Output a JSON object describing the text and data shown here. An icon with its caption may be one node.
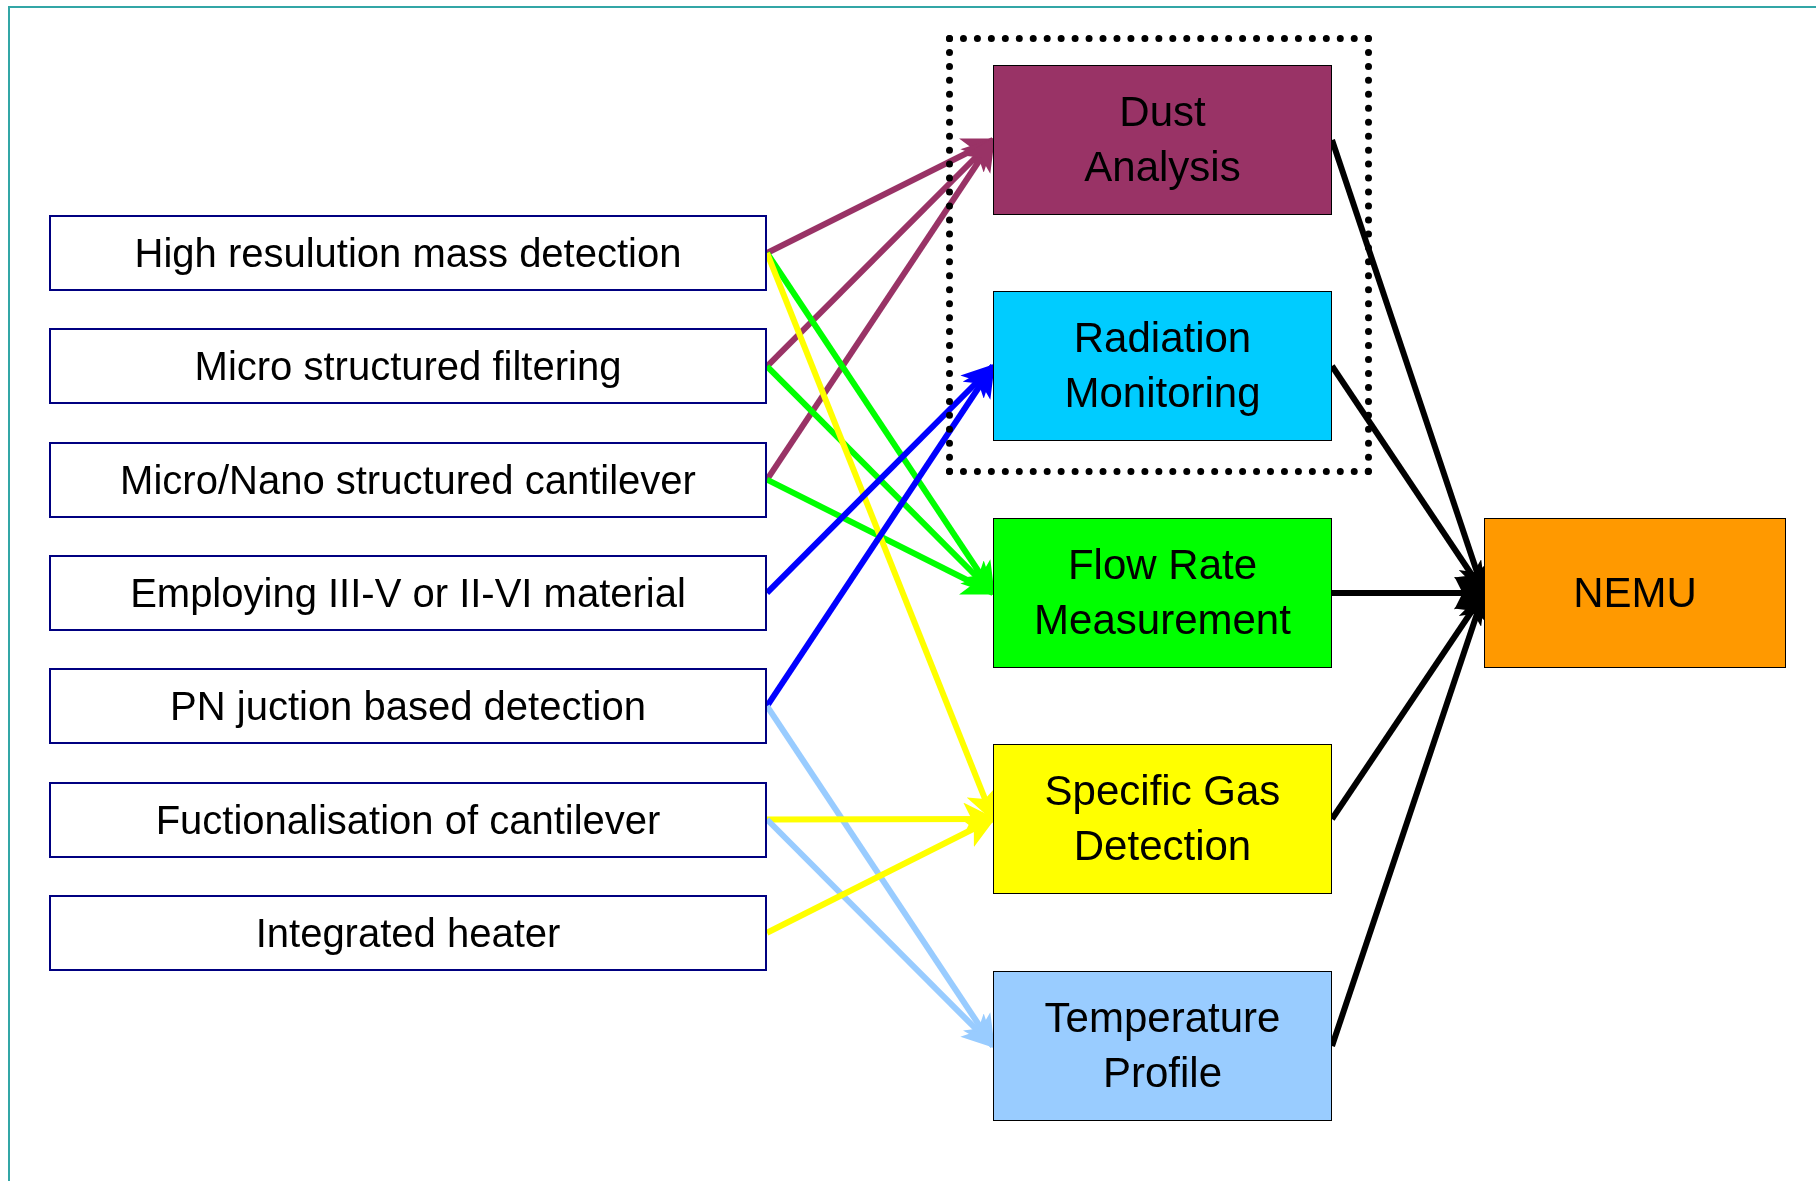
{
  "diagram": {
    "nodes": [
      {
        "text": [
          "High resulution mass detection"
        ]
      },
      {
        "text": [
          "Micro structured filtering"
        ]
      },
      {
        "text": [
          "Micro/Nano structured cantilever"
        ]
      },
      {
        "text": [
          "Employing III-V or II-VI material"
        ]
      },
      {
        "text": [
          "PN juction based detection"
        ]
      },
      {
        "text": [
          "Fuctionalisation of cantilever"
        ]
      },
      {
        "text": [
          "Integrated heater"
        ]
      },
      {
        "text": [],
        "shape": "box"
      },
      {
        "text": [
          "Dust Analysis"
        ],
        "in": 7
      },
      {
        "text": [
          "Radiation Monitoring"
        ],
        "in": 7
      },
      {
        "text": [
          "Flow Rate Measurement"
        ]
      },
      {
        "text": [
          "Specific Gas Detection"
        ]
      },
      {
        "text": [
          "Temperature Profile"
        ]
      },
      {
        "text": [
          "NEMU"
        ]
      }
    ],
    "edges": [
      {
        "from": 0,
        "to": 8,
        "arrow": "to",
        "color": "#993366"
      },
      {
        "from": 1,
        "to": 8,
        "arrow": "to",
        "color": "#993366"
      },
      {
        "from": 2,
        "to": 8,
        "arrow": "to",
        "color": "#993366"
      },
      {
        "from": 0,
        "to": 10,
        "arrow": "to",
        "color": "#00ff00"
      },
      {
        "from": 1,
        "to": 10,
        "arrow": "to",
        "color": "#00ff00"
      },
      {
        "from": 2,
        "to": 10,
        "arrow": "to",
        "color": "#00ff00"
      },
      {
        "from": 0,
        "to": 11,
        "arrow": "to",
        "color": "#ffff00"
      },
      {
        "from": 3,
        "to": 9,
        "arrow": "to",
        "color": "#0000ff"
      },
      {
        "from": 4,
        "to": 9,
        "arrow": "to",
        "color": "#0000ff"
      },
      {
        "from": 4,
        "to": 12,
        "arrow": "to",
        "color": "#99ccff"
      },
      {
        "from": 5,
        "to": 11,
        "arrow": "to",
        "color": "#ffff00"
      },
      {
        "from": 5,
        "to": 12,
        "arrow": "to",
        "color": "#99ccff"
      },
      {
        "from": 6,
        "to": 11,
        "arrow": "to",
        "color": "#ffff00"
      },
      {
        "from": 8,
        "to": 13,
        "arrow": "to",
        "color": "#000000"
      },
      {
        "from": 9,
        "to": 13,
        "arrow": "to",
        "color": "#000000"
      },
      {
        "from": 10,
        "to": 13,
        "arrow": "to",
        "color": "#000000"
      },
      {
        "from": 11,
        "to": 13,
        "arrow": "to",
        "color": "#000000"
      },
      {
        "from": 12,
        "to": 13,
        "arrow": "to",
        "color": "#000000"
      }
    ]
  }
}
